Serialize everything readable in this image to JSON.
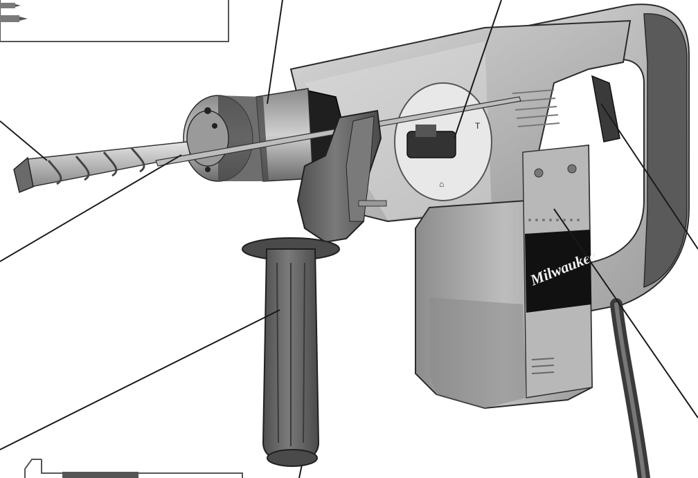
{
  "figure": {
    "brand_logo_text": "Milwaukee",
    "callout_lines": [
      "line-to-chuck-collar",
      "line-to-mode-selector-knob",
      "line-to-drill-bit",
      "line-to-depth-rod",
      "line-to-side-handle",
      "line-to-handle-bottom",
      "line-to-trigger",
      "line-to-motor-housing-panel"
    ],
    "inset_boxes": [
      "bit-types-inset-box",
      "bottom-inset-box"
    ],
    "colors": {
      "line": "#1a1a1a",
      "housing_light": "#c9c9c9",
      "housing_mid": "#a4a4a4",
      "housing_dark": "#6e6e6e",
      "handle_dark": "#5c5c5c",
      "logo_bg": "#111111",
      "logo_fg": "#f2f2f2"
    }
  }
}
